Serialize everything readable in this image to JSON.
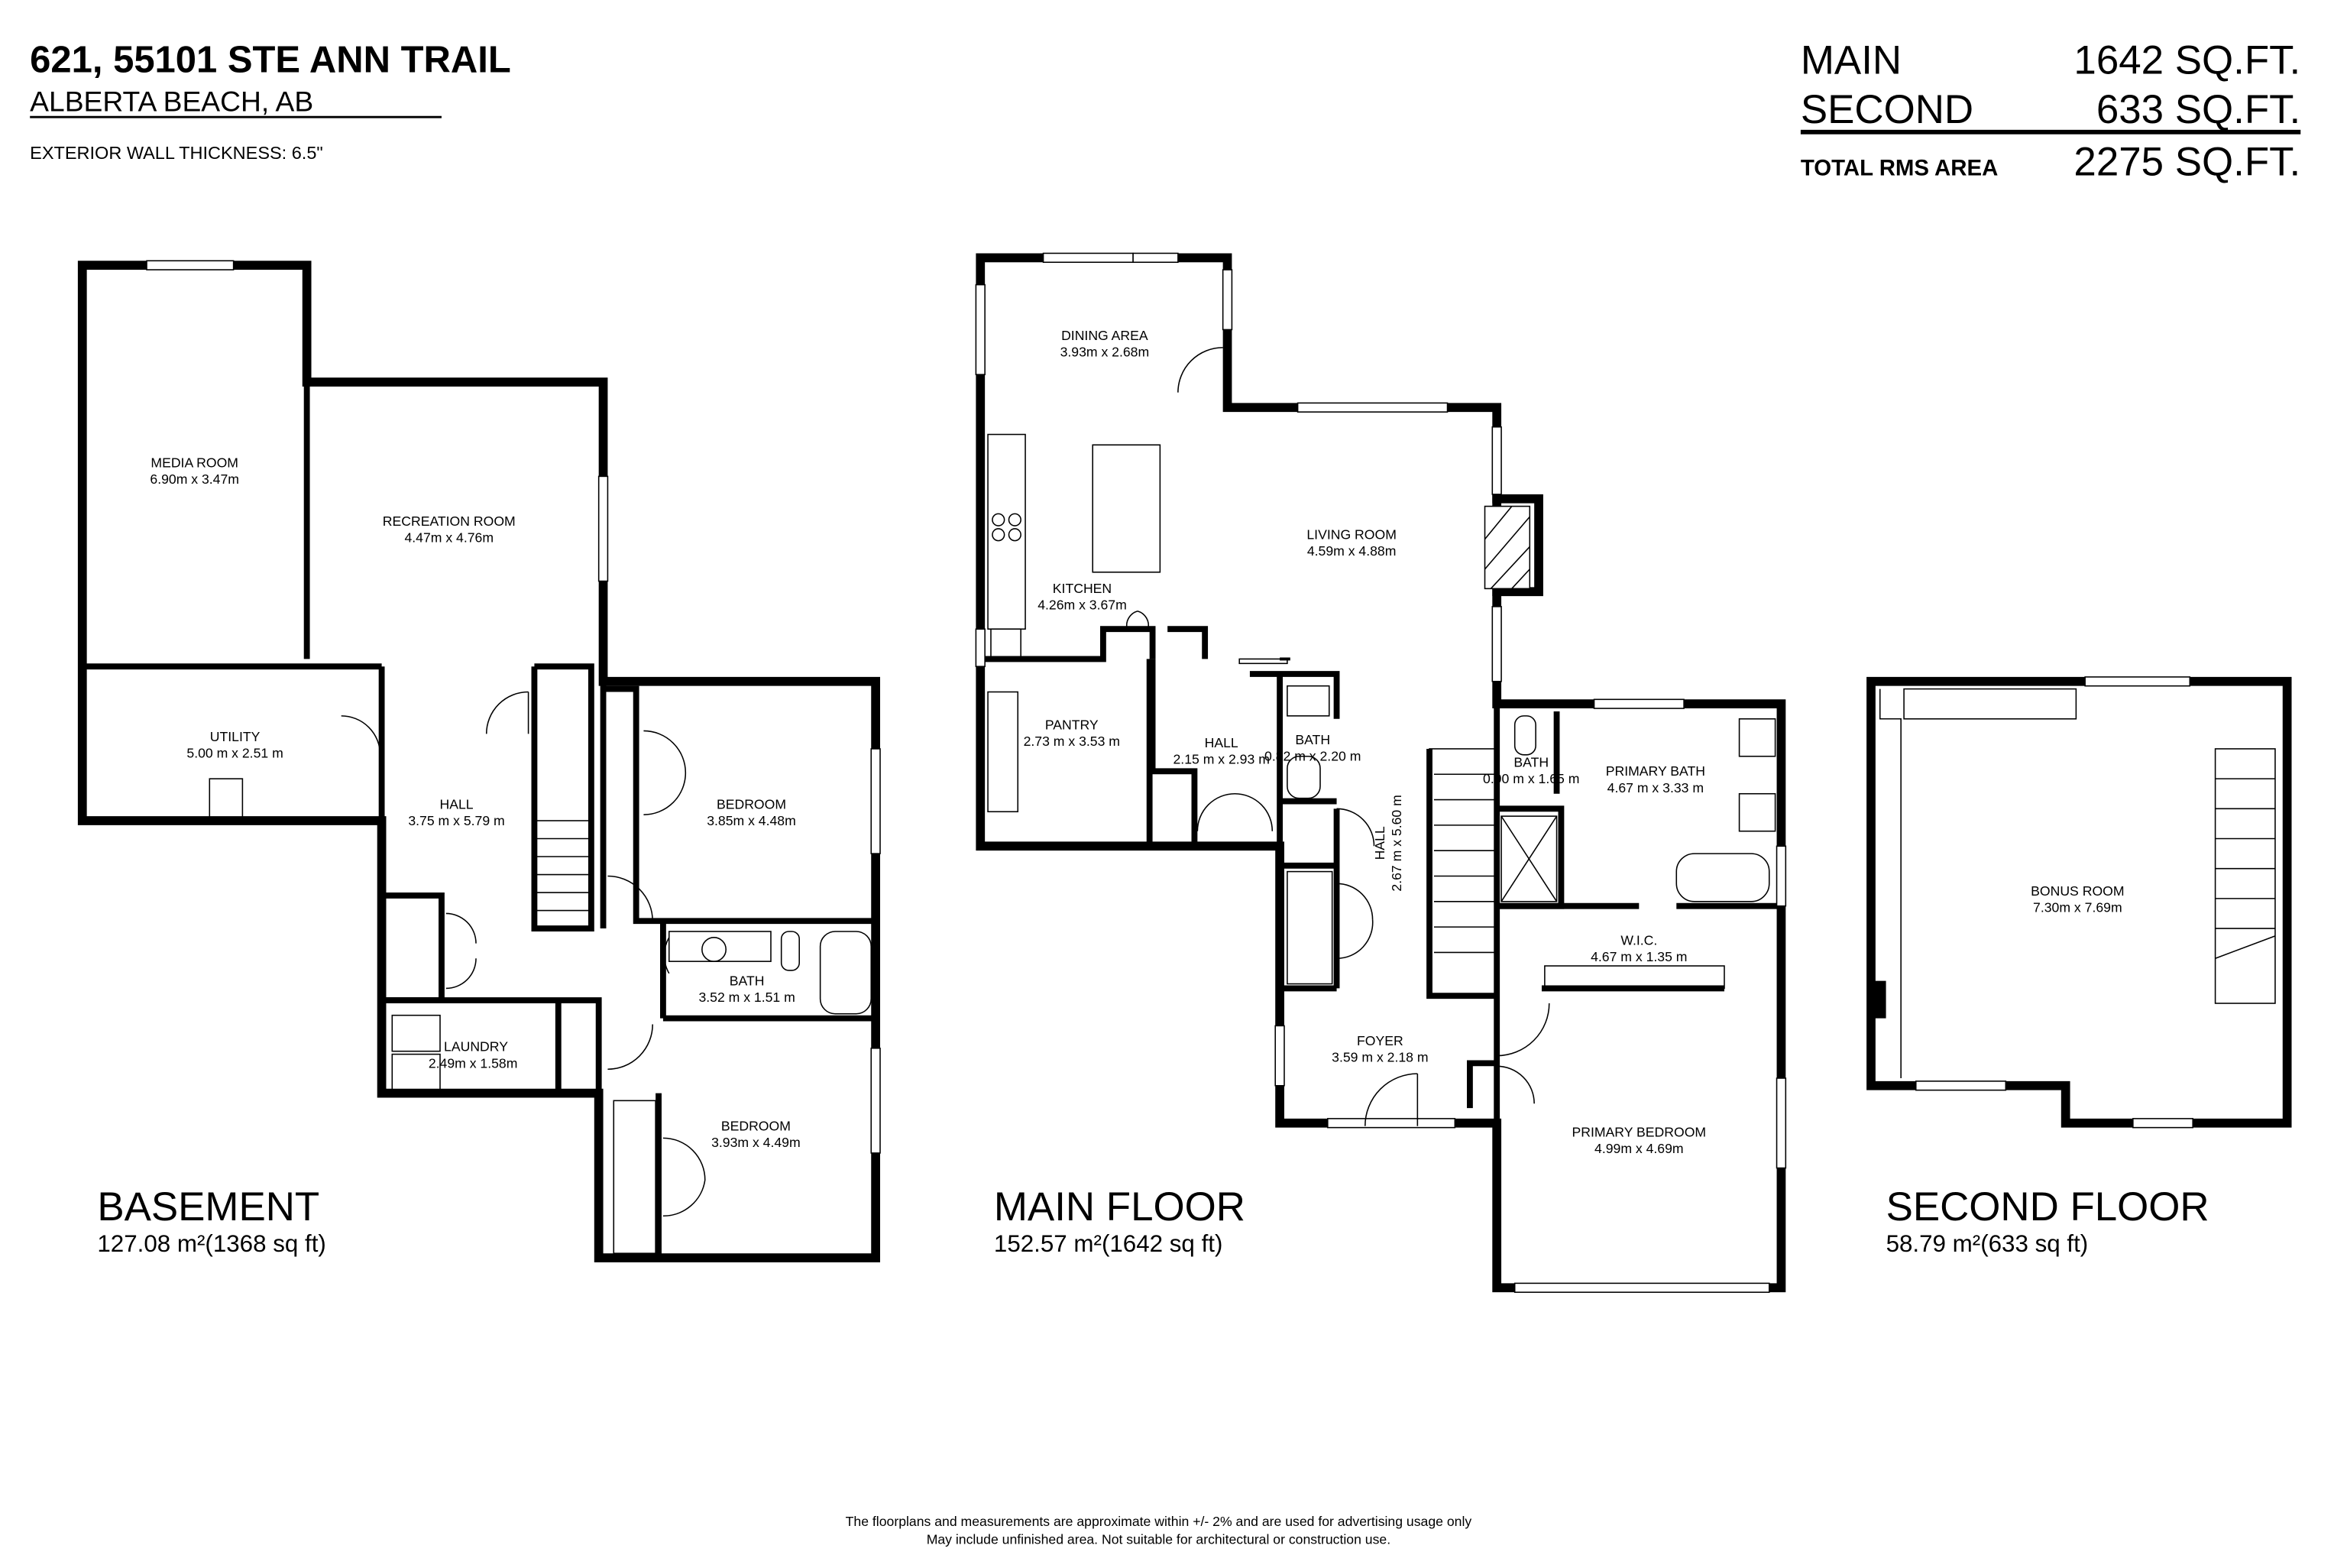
{
  "header": {
    "address": "621, 55101 STE ANN TRAIL",
    "city": "ALBERTA BEACH, AB",
    "wall_thickness": "EXTERIOR WALL THICKNESS: 6.5\""
  },
  "summary": {
    "rows": [
      {
        "label": "MAIN",
        "value": "1642 SQ.FT."
      },
      {
        "label": "SECOND",
        "value": "633 SQ.FT."
      }
    ],
    "total_label": "TOTAL RMS AREA",
    "total_value": "2275 SQ.FT."
  },
  "basement": {
    "name": "BASEMENT",
    "area": "127.08 m²(1368 sq ft)",
    "rooms": [
      {
        "name": "MEDIA ROOM",
        "dims": "6.90m x 3.47m"
      },
      {
        "name": "RECREATION ROOM",
        "dims": "4.47m x 4.76m"
      },
      {
        "name": "UTILITY",
        "dims": "5.00 m x 2.51 m"
      },
      {
        "name": "HALL",
        "dims": "3.75 m x 5.79 m"
      },
      {
        "name": "BEDROOM",
        "dims": "3.85m x 4.48m"
      },
      {
        "name": "BATH",
        "dims": "3.52 m x 1.51 m"
      },
      {
        "name": "LAUNDRY",
        "dims": "2.49m x 1.58m"
      },
      {
        "name": "BEDROOM",
        "dims": "3.93m x 4.49m"
      }
    ]
  },
  "main": {
    "name": "MAIN FLOOR",
    "area": "152.57 m²(1642 sq ft)",
    "rooms": [
      {
        "name": "DINING AREA",
        "dims": "3.93m x 2.68m"
      },
      {
        "name": "KITCHEN",
        "dims": "4.26m x 3.67m"
      },
      {
        "name": "LIVING ROOM",
        "dims": "4.59m x 4.88m"
      },
      {
        "name": "PANTRY",
        "dims": "2.73 m x 3.53 m"
      },
      {
        "name": "HALL",
        "dims": "2.15 m x 2.93 m"
      },
      {
        "name": "BATH",
        "dims": "0.82 m x 2.20 m"
      },
      {
        "name": "HALL",
        "dims": "2.67 m x 5.60 m"
      },
      {
        "name": "BATH",
        "dims": "0.90 m x 1.65 m"
      },
      {
        "name": "PRIMARY BATH",
        "dims": "4.67 m x 3.33 m"
      },
      {
        "name": "W.I.C.",
        "dims": "4.67 m x 1.35 m"
      },
      {
        "name": "FOYER",
        "dims": "3.59 m x 2.18 m"
      },
      {
        "name": "PRIMARY BEDROOM",
        "dims": "4.99m x 4.69m"
      }
    ]
  },
  "second": {
    "name": "SECOND FLOOR",
    "area": "58.79 m²(633 sq ft)",
    "rooms": [
      {
        "name": "BONUS ROOM",
        "dims": "7.30m x 7.69m"
      }
    ]
  },
  "footer": {
    "line1": "The floorplans and measurements are approximate within +/- 2% and are used for advertising usage only",
    "line2": "May include unfinished area. Not suitable for architectural or construction use."
  }
}
